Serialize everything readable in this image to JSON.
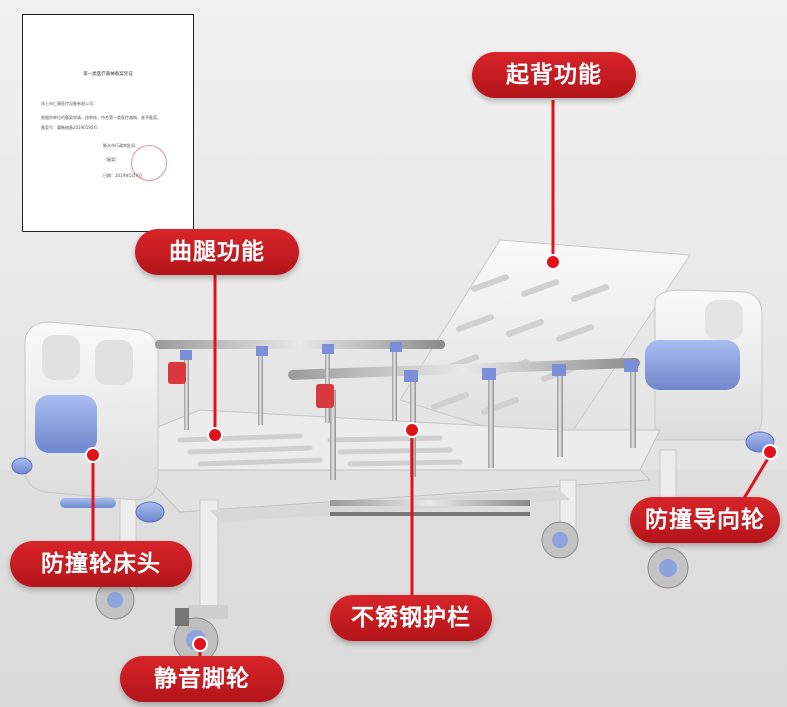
{
  "callouts": {
    "back_raise": "起背功能",
    "leg_bend": "曲腿功能",
    "bumper_headboard": "防撞轮床头",
    "bumper_guide_wheel": "防撞导向轮",
    "stainless_guardrail": "不锈钢护栏",
    "silent_caster": "静音脚轮"
  },
  "certificate": {
    "title": "第一类医疗器械备案凭证",
    "lines": [
      "冰上市仁康医疗设备有限公司：",
      "根据你单位的备案申请，经审核，符合第一类医疗器械，准予备案。",
      "备案号：冀衡械备20190195号"
    ],
    "issuer": "衡水市行政审批局",
    "seal_label": "（备案）",
    "date": "日期：2019年5月9日"
  },
  "colors": {
    "callout_red": "#c41a20",
    "marker_red": "#e2121a",
    "bed_white": "#f2f2f0",
    "accent_blue": "#8fa6df"
  }
}
